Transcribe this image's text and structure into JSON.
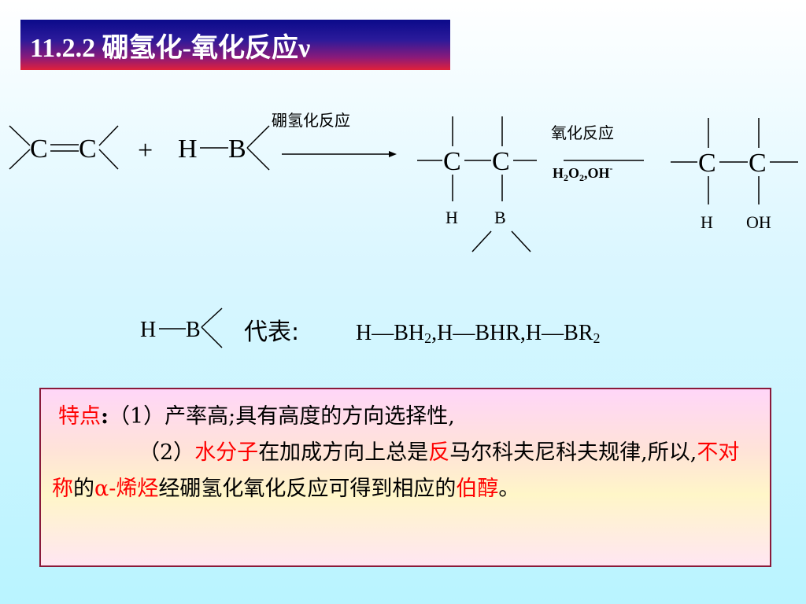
{
  "title": "11.2.2 硼氢化-氧化反应ν",
  "scheme": {
    "label_hydroboration": "硼氢化反应",
    "label_oxidation": "氧化反应",
    "reagent_h2o2_a": "H",
    "reagent_h2o2_b": "2",
    "reagent_h2o2_c": "O",
    "reagent_h2o2_d": "2",
    "reagent_h2o2_e": ",OH",
    "reagent_h2o2_f": "-",
    "reactant_alkene": "C═C",
    "plus": "+",
    "reactant_borane": "H—B",
    "c_left": "C",
    "c_right": "C",
    "sub_h": "H",
    "sub_b": "B",
    "sub_oh": "OH"
  },
  "represents": {
    "hb": "H—B",
    "label": "代表:",
    "formula1_a": "H—BH",
    "formula1_b": "2",
    "sep": ",",
    "formula2": "H—BHR",
    "formula3_a": "H—BR",
    "formula3_b": "2"
  },
  "feature": {
    "label": "特点",
    "colon": ":",
    "p1": "（1）产率高;具有高度的方向选择性,",
    "p2_num": "（2）",
    "p2_red1": "水分子",
    "p2_t1": "在加成方向上总是",
    "p2_red2": "反",
    "p2_t2": "马尔科夫尼科夫规律,所以,",
    "p2_red3": "不对称",
    "p2_t3": "的",
    "p2_red4": "α-烯烃",
    "p2_t4": "经硼氢化氧化反应可得到相应的",
    "p2_red5": "伯醇",
    "p2_end": "。"
  }
}
